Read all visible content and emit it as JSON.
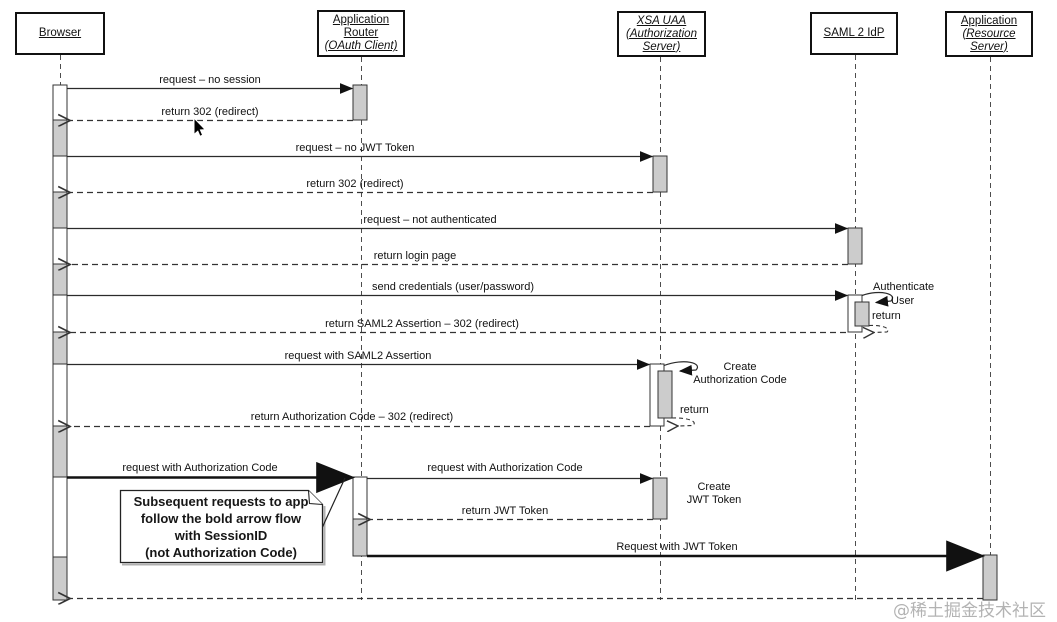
{
  "actors": {
    "browser": {
      "line1": "Browser"
    },
    "router": {
      "line1": "Application",
      "line2": "Router",
      "line3": "(OAuth Client)"
    },
    "uaa": {
      "line1": "XSA UAA",
      "line2": "(Authorization",
      "line3": "Server)"
    },
    "saml": {
      "line1": "SAML 2 IdP"
    },
    "app": {
      "line1": "Application",
      "line2": "(Resource",
      "line3": "Server)"
    }
  },
  "messages": {
    "m1": "request – no session",
    "m2": "return 302 (redirect)",
    "m3": "request – no JWT Token",
    "m4": "return 302 (redirect)",
    "m5": "request – not authenticated",
    "m6": "return login page",
    "m7": "send credentials (user/password)",
    "m8": "return SAML2 Assertion – 302 (redirect)",
    "m9": "request with SAML2 Assertion",
    "m10": "return Authorization Code – 302 (redirect)",
    "m11": "request with Authorization Code",
    "m12": "request with Authorization Code",
    "m13": "return JWT Token",
    "m14": "Request with JWT Token"
  },
  "self_calls": {
    "authenticate": {
      "line1": "Authenticate",
      "line2": "User",
      "return_label": "return"
    },
    "create_auth_code": {
      "line1": "Create",
      "line2": "Authorization Code",
      "return_label": "return"
    },
    "create_jwt": {
      "line1": "Create",
      "line2": "JWT Token"
    }
  },
  "note": {
    "line1": "Subsequent requests to app",
    "line2": "follow the bold arrow flow",
    "line3": "with SessionID",
    "line4": "(not Authorization Code)"
  },
  "watermark": "@稀土掘金技术社区",
  "colors": {
    "activation_fill": "#cccccc",
    "line": "#2b2b2b",
    "watermark": "#b3b3b3"
  }
}
